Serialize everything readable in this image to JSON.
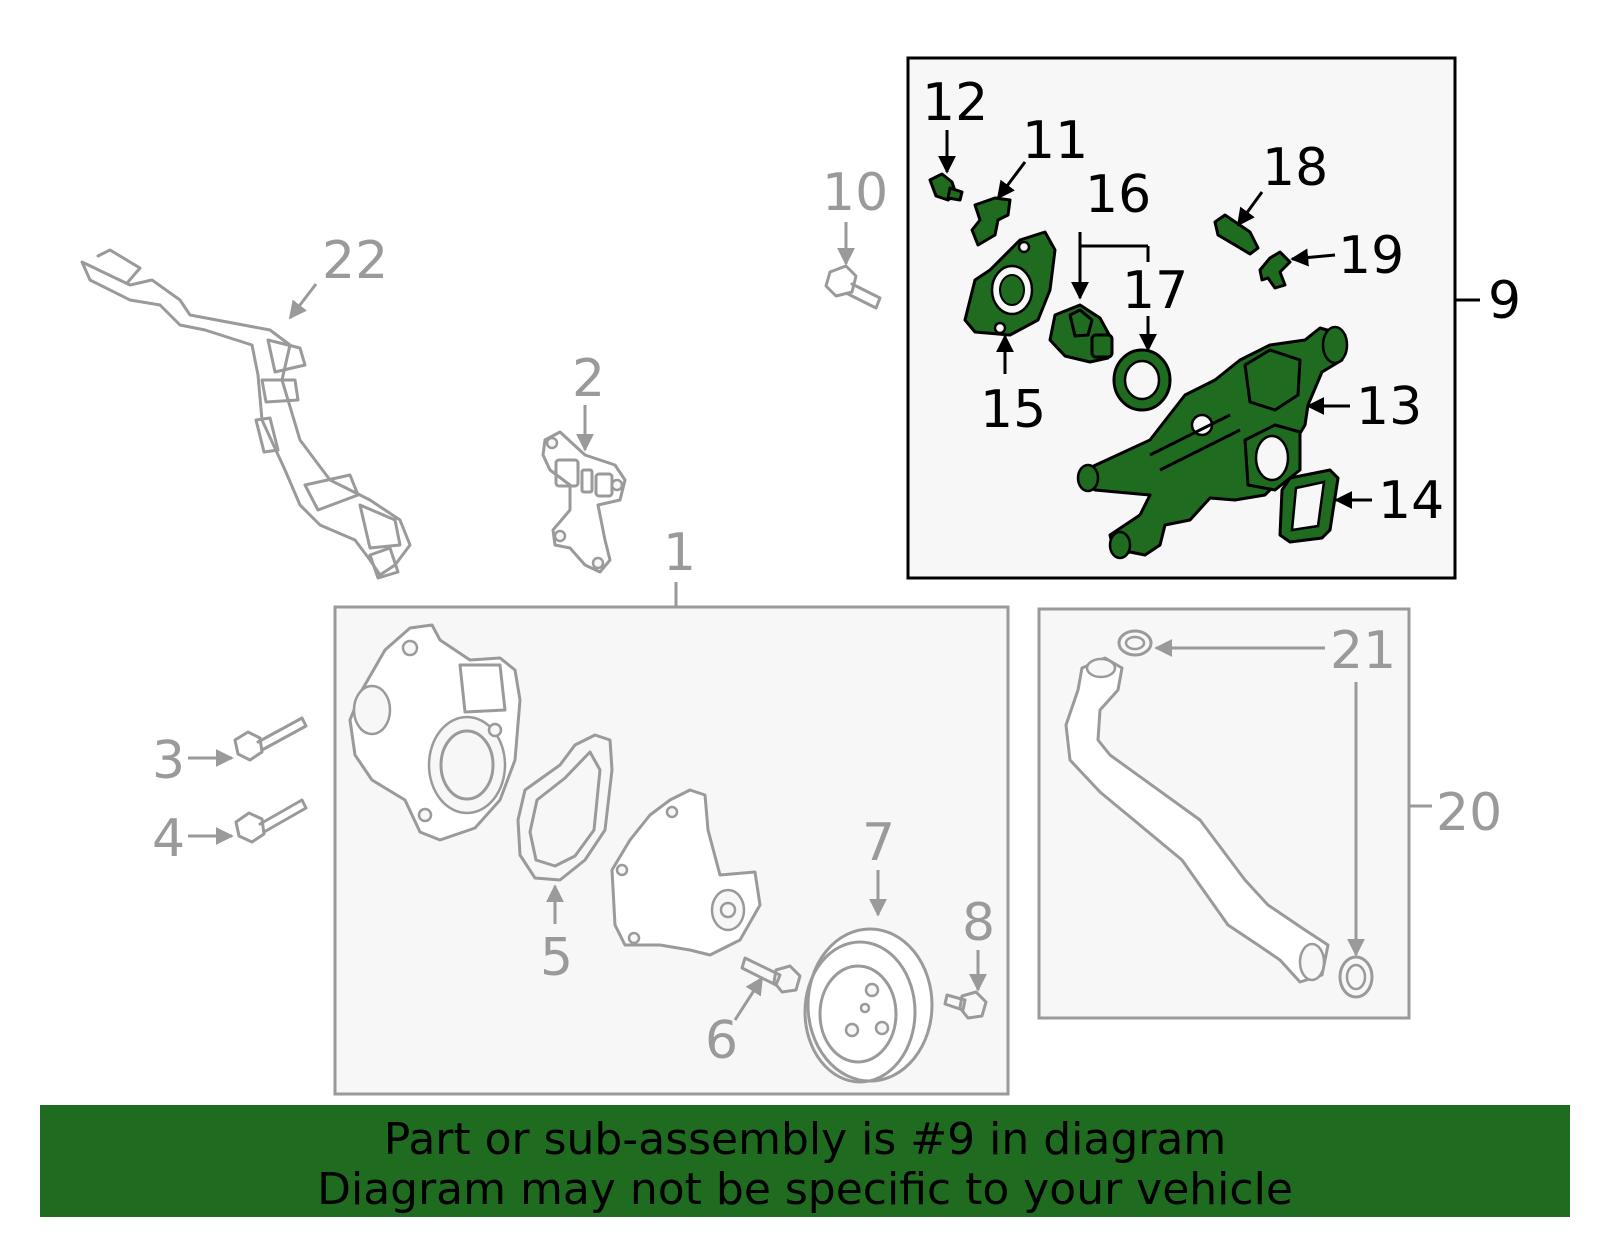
{
  "callouts": {
    "c1": "1",
    "c2": "2",
    "c3": "3",
    "c4": "4",
    "c5": "5",
    "c6": "6",
    "c7": "7",
    "c8": "8",
    "c9": "9",
    "c10": "10",
    "c11": "11",
    "c12": "12",
    "c13": "13",
    "c14": "14",
    "c15": "15",
    "c16": "16",
    "c17": "17",
    "c18": "18",
    "c19": "19",
    "c20": "20",
    "c21": "21",
    "c22": "22"
  },
  "highlighted_assembly": "9",
  "colors": {
    "highlight": "#1f6b1f",
    "banner": "#1f6b1f",
    "inactive": "#9a9a9a",
    "box_background": "#f7f7f7"
  },
  "banner": {
    "line1": "Part or sub-assembly is #9 in diagram",
    "line2": "Diagram may not be specific to your vehicle"
  }
}
